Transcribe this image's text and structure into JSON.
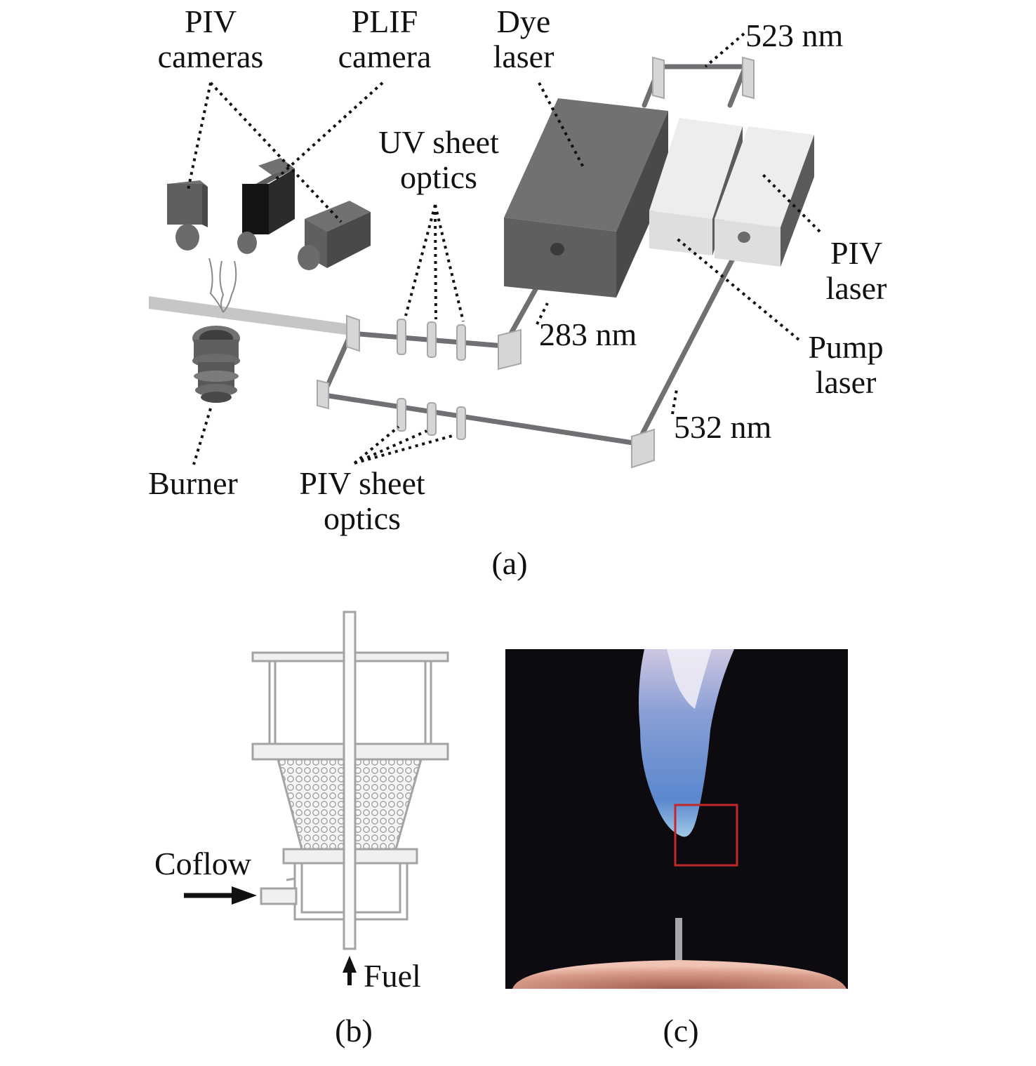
{
  "panel_a": {
    "labels": {
      "piv_cameras": "PIV\ncameras",
      "plif_camera": "PLIF\ncamera",
      "dye_laser": "Dye\nlaser",
      "nm523": "523 nm",
      "uv_sheet_optics": "UV sheet\noptics",
      "piv_laser": "PIV\nlaser",
      "nm283": "283 nm",
      "pump_laser": "Pump\nlaser",
      "nm532": "532 nm",
      "burner": "Burner",
      "piv_sheet_optics": "PIV sheet\noptics"
    },
    "caption": "(a)"
  },
  "panel_b": {
    "labels": {
      "coflow": "Coflow",
      "fuel": "Fuel"
    },
    "caption": "(b)"
  },
  "panel_c": {
    "caption": "(c)",
    "highlight_color": "#c0282c"
  },
  "colors": {
    "box_front": "#5e5f61",
    "box_side": "#48494b",
    "box_top": "#707173",
    "laser_light_front": "#e6e6e6",
    "beam": "#6e7074",
    "mirror": "#d6d6d6",
    "photo_bg": "#0d0b0f",
    "flame_blue": "#7fa6e6",
    "burner_rim": "#e8b3a5"
  }
}
